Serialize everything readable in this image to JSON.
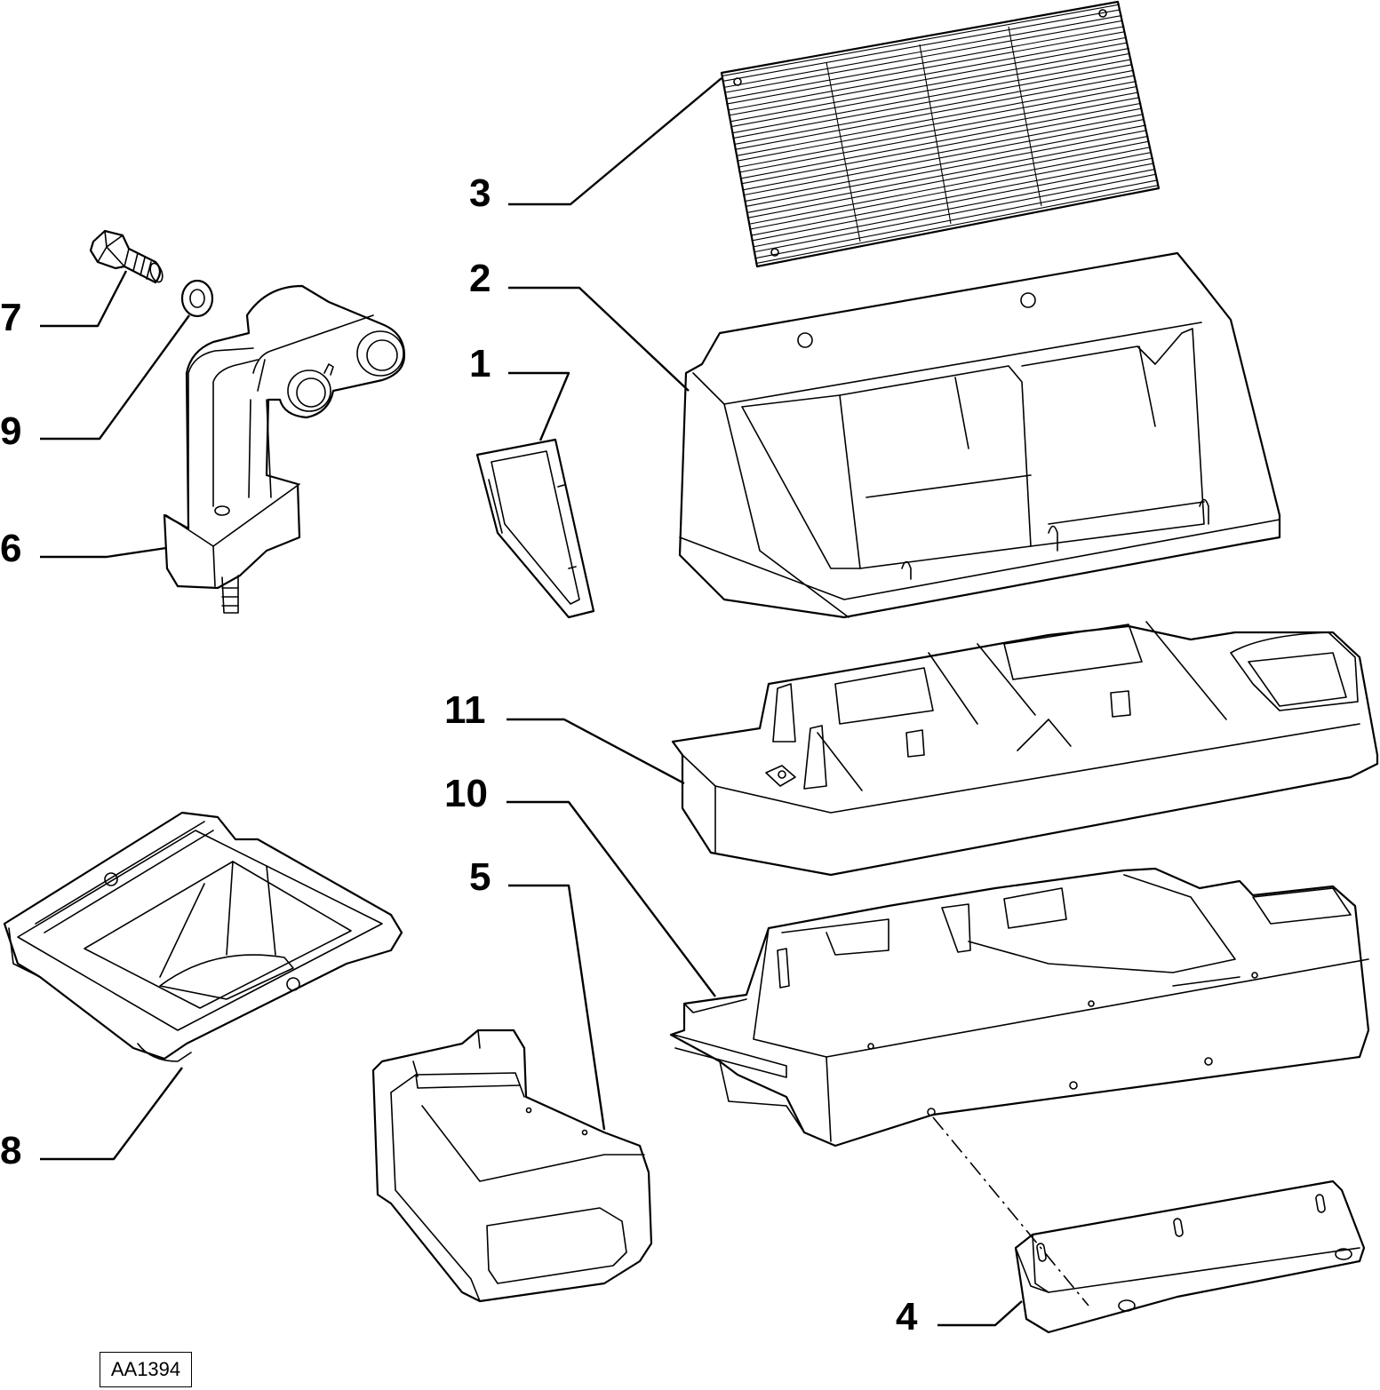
{
  "diagram": {
    "callouts": [
      "1",
      "2",
      "3",
      "4",
      "5",
      "6",
      "7",
      "8",
      "9",
      "10",
      "11"
    ],
    "reference_code": "AA1394"
  },
  "colors": {
    "line": "#000000",
    "background": "#ffffff"
  }
}
